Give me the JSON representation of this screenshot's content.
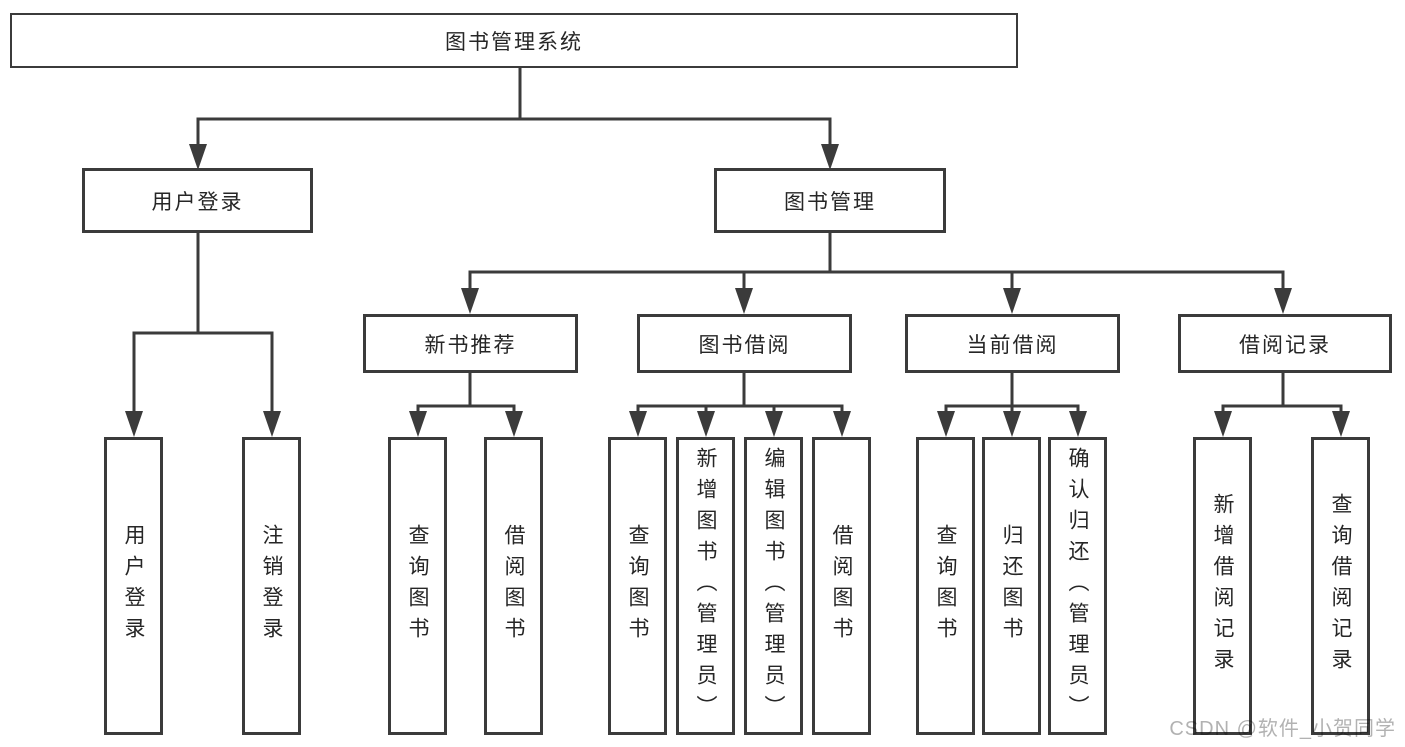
{
  "diagram": {
    "line_color": "#3b3b3b",
    "text_color": "#262626",
    "background": "#ffffff",
    "root": {
      "label": "图书管理系统"
    },
    "level2": {
      "user_login": {
        "label": "用户登录"
      },
      "book_management": {
        "label": "图书管理"
      }
    },
    "level3": {
      "new_book_recommend": {
        "label": "新书推荐"
      },
      "book_borrowing": {
        "label": "图书借阅"
      },
      "current_borrowing": {
        "label": "当前借阅"
      },
      "borrowing_records": {
        "label": "借阅记录"
      }
    },
    "leaves": {
      "user_login": [
        "用户登录",
        "注销登录"
      ],
      "new_book_recommend": [
        "查询图书",
        "借阅图书"
      ],
      "book_borrowing": [
        "查询图书",
        "新增图书（管理员）",
        "编辑图书（管理员）",
        "借阅图书"
      ],
      "current_borrowing": [
        "查询图书",
        "归还图书",
        "确认归还（管理员）"
      ],
      "borrowing_records": [
        "新增借阅记录",
        "查询借阅记录"
      ]
    }
  },
  "watermark": {
    "text": "CSDN @软件_小贺同学",
    "color": "#b2b2b2"
  }
}
